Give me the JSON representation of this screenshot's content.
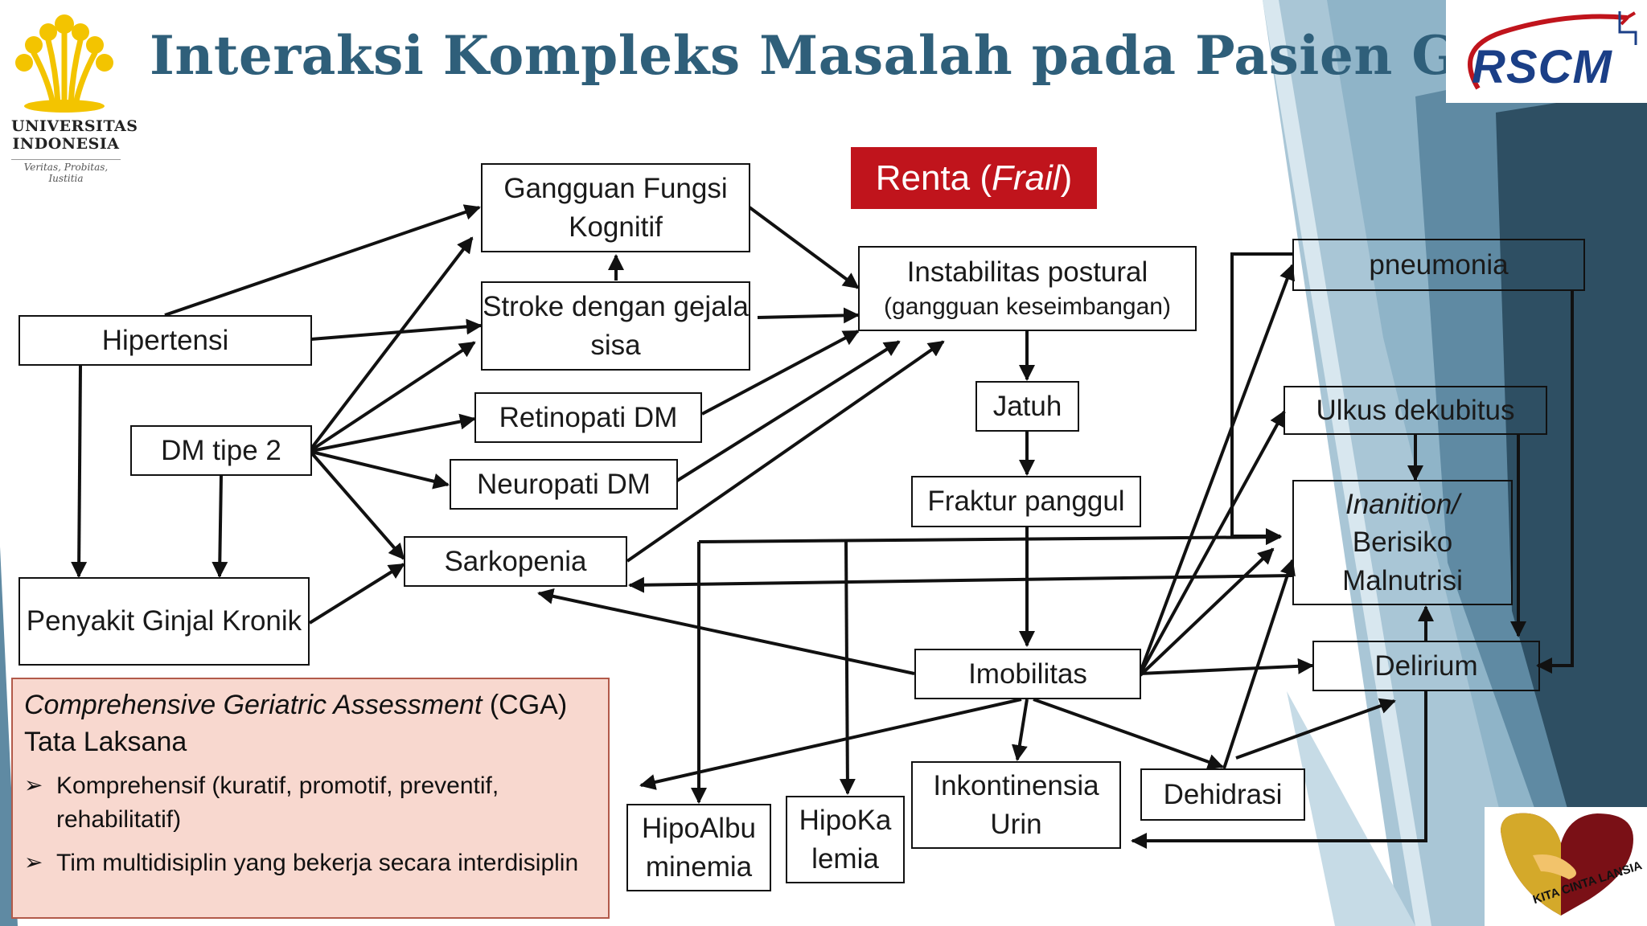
{
  "title": "Interaksi Kompleks Masalah pada Pasien Geriatri",
  "logo_left": {
    "line1": "UNIVERSITAS",
    "line2": "INDONESIA",
    "motto": "Veritas, Probitas, Iustitia"
  },
  "logo_right": {
    "text": "RSCM"
  },
  "logo_bottom": {
    "text": "KITA CINTA LANSIA"
  },
  "renta": {
    "label": "Renta (",
    "italic": "Frail",
    "close": ")"
  },
  "nodes": {
    "kognitif": "Gangguan Fungsi Kognitif",
    "stroke": "Stroke dengan gejala sisa",
    "hipertensi": "Hipertensi",
    "dm": "DM tipe 2",
    "retinopati": "Retinopati DM",
    "neuropati": "Neuropati DM",
    "sarkopenia": "Sarkopenia",
    "ginjal": "Penyakit Ginjal Kronik",
    "instabilitas_line1": "Instabilitas postural",
    "instabilitas_line2": "(gangguan keseimbangan)",
    "jatuh": "Jatuh",
    "fraktur": "Fraktur panggul",
    "imobilitas": "Imobilitas",
    "inkontinensia": "Inkontinensia Urin",
    "hipoalbu": "HipoAlbu minemia",
    "hipoka": "HipoKa lemia",
    "dehidrasi": "Dehidrasi",
    "pneumonia": "pneumonia",
    "ulkus": "Ulkus dekubitus",
    "inanition_italic": "Inanition/",
    "inanition_rest": "Berisiko Malnutrisi",
    "delirium": "Delirium"
  },
  "cga": {
    "title_italic": "Comprehensive Geriatric Assessment",
    "title_rest": " (CGA)",
    "subtitle": "Tata Laksana",
    "bullets": [
      "Komprehensif (kuratif, promotif, preventif, rehabilitatif)",
      "Tim multidisiplin yang bekerja secara interdisiplin"
    ]
  },
  "colors": {
    "title": "#2f5f7a",
    "renta_bg": "#c0141c",
    "cga_bg": "#f8d8cf",
    "rscm_blue": "#1b3f87",
    "ui_yellow": "#f3c400",
    "bg_teal_dark": "#2e4f63",
    "bg_teal_light": "#8fb4c8"
  }
}
